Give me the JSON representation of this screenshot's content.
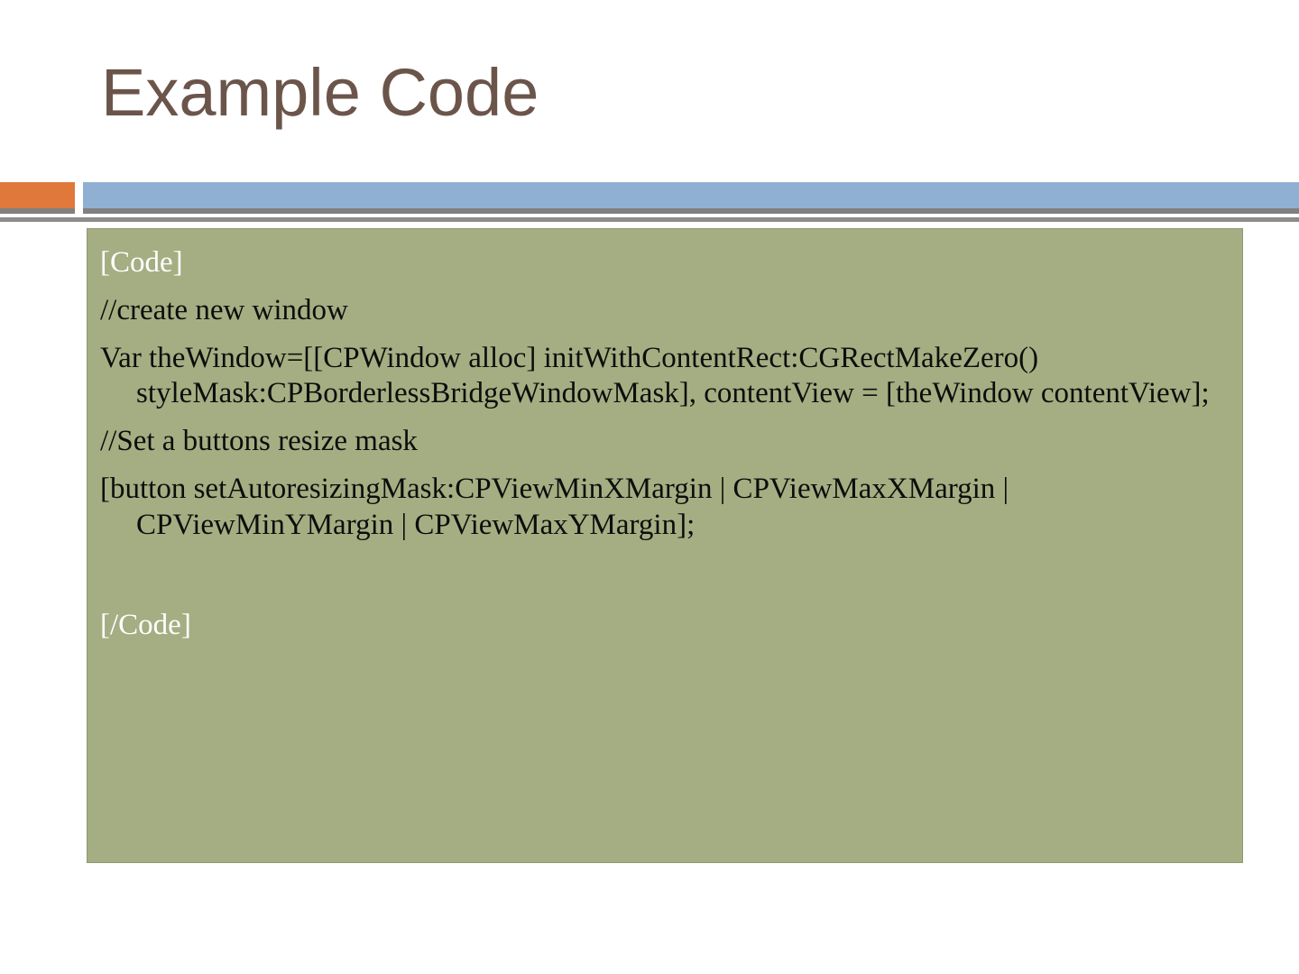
{
  "slide": {
    "title": "Example Code",
    "colors": {
      "title_text": "#6b554a",
      "accent_orange": "#e0783c",
      "accent_blue": "#8fb0d3",
      "divider_gray": "#808080",
      "code_background": "#a5ae82",
      "code_border": "#8f9871",
      "code_text": "#0d0d0d",
      "code_tag_text": "#ffffff",
      "slide_background": "#ffffff"
    }
  },
  "code_block": {
    "open_tag": "[Code]",
    "close_tag": "[/Code]",
    "lines": [
      {
        "id": "open-tag",
        "text": "[Code]",
        "style": "tag",
        "wrapped": false
      },
      {
        "id": "comment-create-window",
        "text": "//create new window",
        "style": "code",
        "wrapped": false
      },
      {
        "id": "statement-var-thewindow",
        "text": "Var theWindow=[[CPWindow alloc] initWithContentRect:CGRectMakeZero() styleMask:CPBorderlessBridgeWindowMask], contentView = [theWindow contentView];",
        "style": "code",
        "wrapped": true
      },
      {
        "id": "comment-resize-mask",
        "text": "//Set a buttons resize mask",
        "style": "code",
        "wrapped": false
      },
      {
        "id": "statement-set-autoresizing-mask",
        "text": "[button setAutoresizingMask:CPViewMinXMargin | CPViewMaxXMargin | CPViewMinYMargin | CPViewMaxYMargin];",
        "style": "code",
        "wrapped": true
      },
      {
        "id": "spacer",
        "text": "",
        "style": "blank",
        "wrapped": false
      },
      {
        "id": "close-tag",
        "text": "[/Code]",
        "style": "tag",
        "wrapped": false
      }
    ]
  }
}
